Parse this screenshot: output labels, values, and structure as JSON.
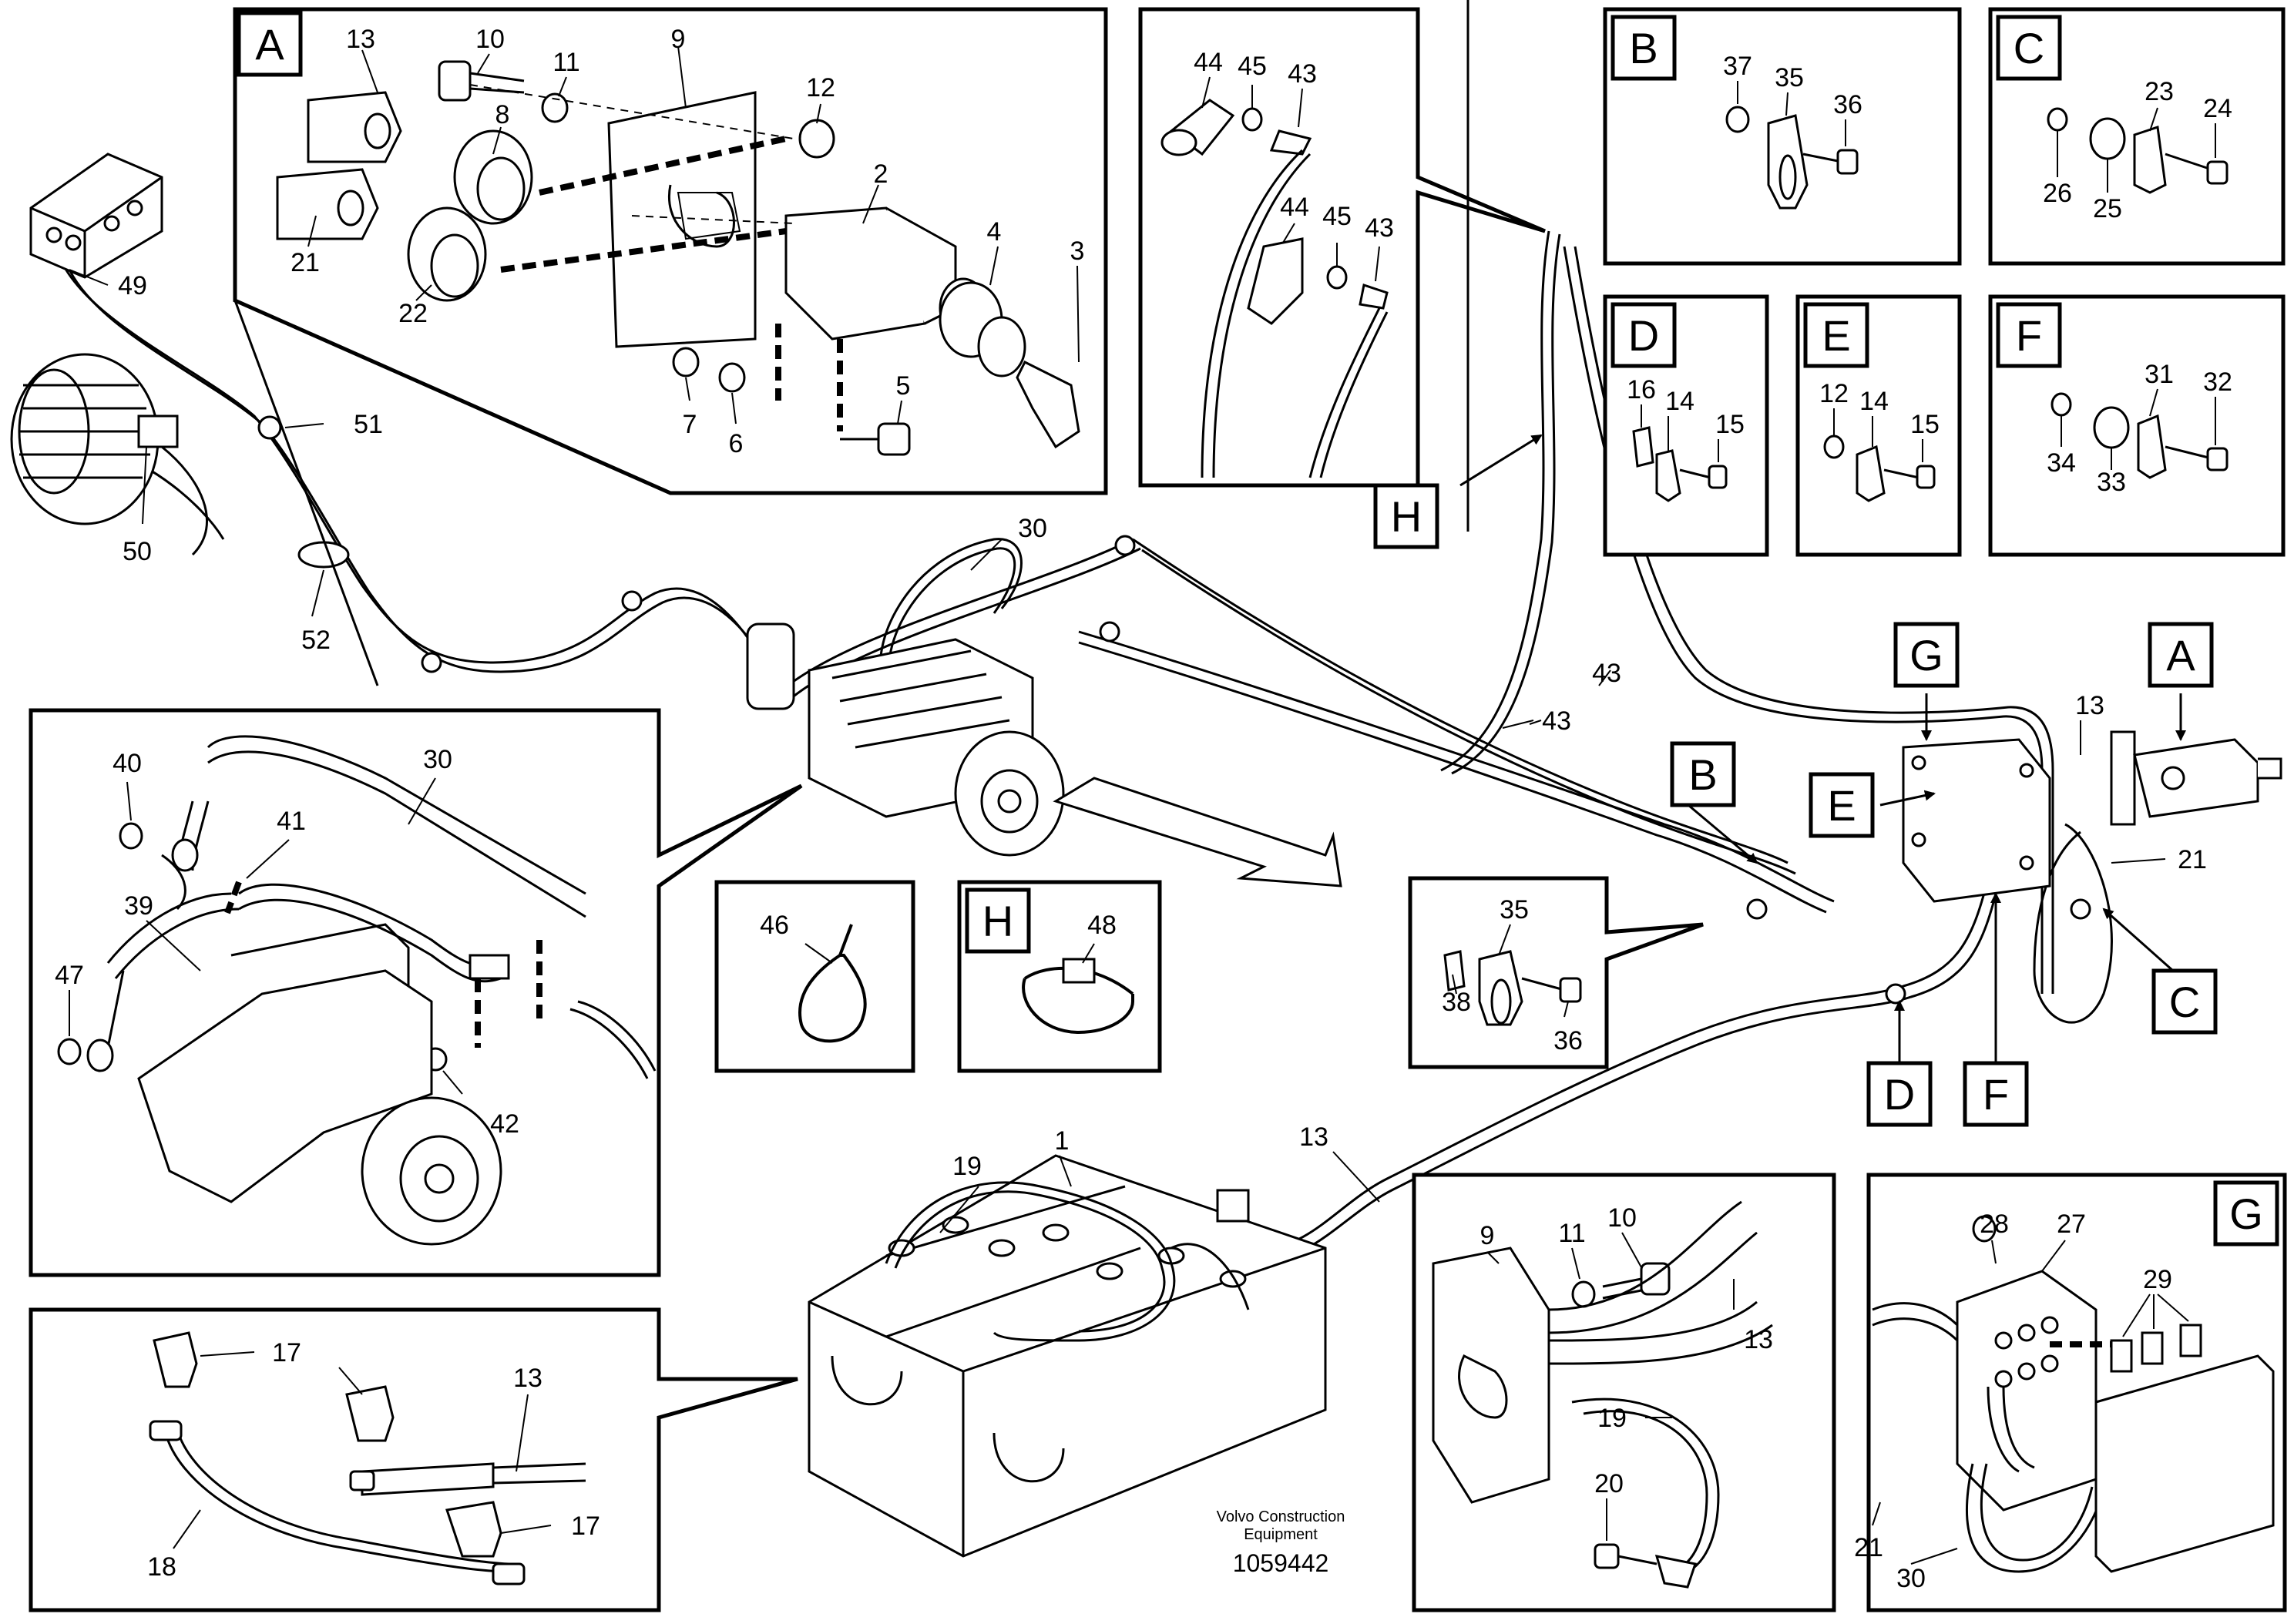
{
  "callouts": {
    "n1": "1",
    "n2": "2",
    "n3": "3",
    "n4": "4",
    "n5": "5",
    "n6": "6",
    "n7": "7",
    "n8": "8",
    "n9": "9",
    "n10": "10",
    "n11": "11",
    "n12": "12",
    "n13": "13",
    "n14": "14",
    "n15": "15",
    "n16": "16",
    "n17": "17",
    "n18": "18",
    "n19": "19",
    "n20": "20",
    "n21": "21",
    "n22": "22",
    "n23": "23",
    "n24": "24",
    "n25": "25",
    "n26": "26",
    "n27": "27",
    "n28": "28",
    "n29": "29",
    "n30": "30",
    "n31": "31",
    "n32": "32",
    "n33": "33",
    "n34": "34",
    "n35": "35",
    "n36": "36",
    "n37": "37",
    "n38": "38",
    "n39": "39",
    "n40": "40",
    "n41": "41",
    "n42": "42",
    "n43": "43",
    "n44": "44",
    "n45": "45",
    "n46": "46",
    "n47": "47",
    "n48": "48",
    "n49": "49",
    "n50": "50",
    "n51": "51",
    "n52": "52"
  },
  "detail_labels": {
    "A": "A",
    "B": "B",
    "C": "C",
    "D": "D",
    "E": "E",
    "F": "F",
    "G": "G",
    "H": "H"
  },
  "footer": {
    "company_line1": "Volvo Construction",
    "company_line2": "Equipment",
    "drawing_number": "1059442"
  }
}
